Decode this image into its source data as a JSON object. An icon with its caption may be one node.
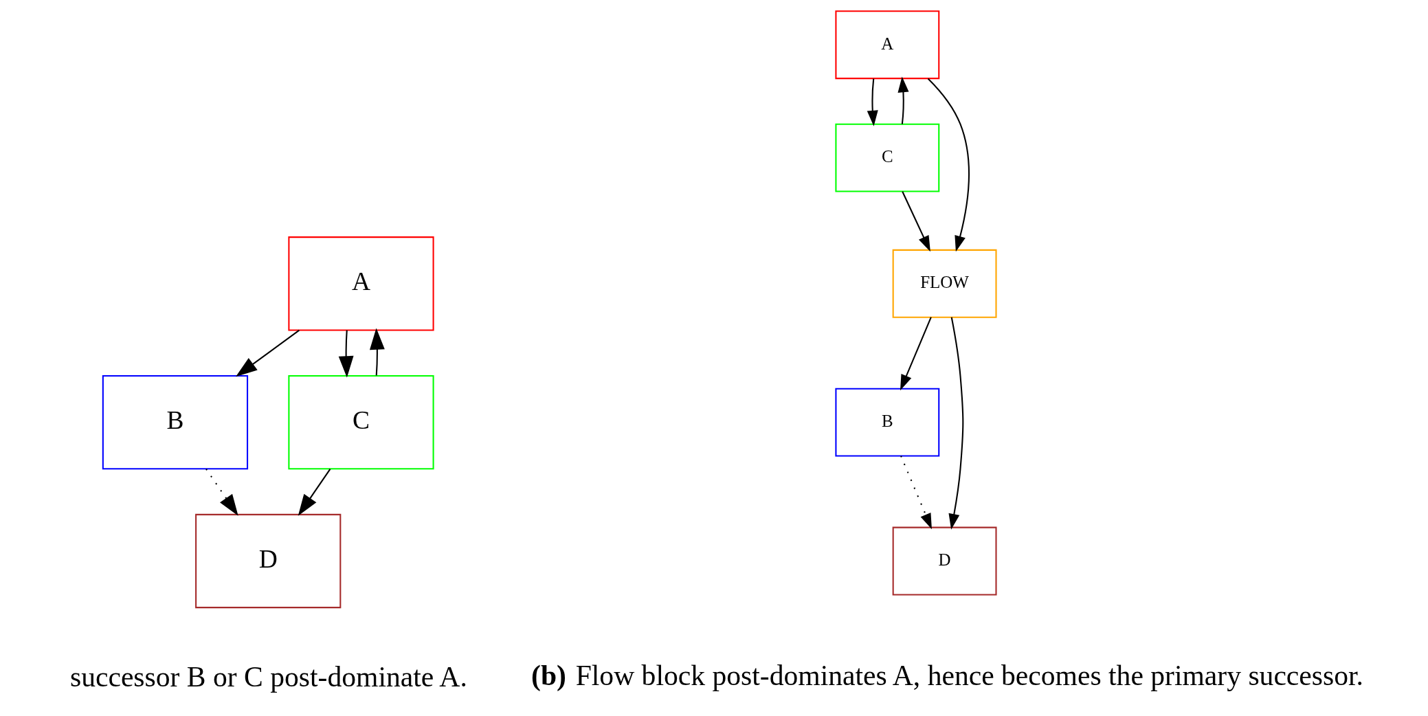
{
  "diagram": {
    "nodes": [
      {
        "text": [
          "A"
        ]
      },
      {
        "text": [
          "B"
        ]
      },
      {
        "text": [
          "C"
        ]
      },
      {
        "text": [
          "D"
        ]
      },
      {
        "text": [
          "A"
        ]
      },
      {
        "text": [
          "C"
        ]
      },
      {
        "text": [
          "FLOW"
        ]
      },
      {
        "text": [
          "B"
        ]
      },
      {
        "text": [
          "D"
        ]
      }
    ],
    "edges": [
      {
        "from": 0,
        "to": 1,
        "arrow": "to"
      },
      {
        "from": 0,
        "to": 2,
        "arrow": "to"
      },
      {
        "from": 2,
        "to": 0,
        "arrow": "to"
      },
      {
        "from": 1,
        "to": 3,
        "arrow": "to",
        "style": "dashed"
      },
      {
        "from": 2,
        "to": 3,
        "arrow": "to"
      },
      {
        "from": 4,
        "to": 5,
        "arrow": "to"
      },
      {
        "from": 5,
        "to": 4,
        "arrow": "to"
      },
      {
        "from": 4,
        "to": 6,
        "arrow": "to"
      },
      {
        "from": 5,
        "to": 6,
        "arrow": "to"
      },
      {
        "from": 6,
        "to": 7,
        "arrow": "to"
      },
      {
        "from": 6,
        "to": 8,
        "arrow": "to"
      },
      {
        "from": 7,
        "to": 8,
        "arrow": "to",
        "style": "dashed"
      }
    ],
    "labels": [
      "successor B or C post-dominate A.",
      "**(b)** Flow block post-dominates A, hence becomes the primary successor."
    ]
  }
}
